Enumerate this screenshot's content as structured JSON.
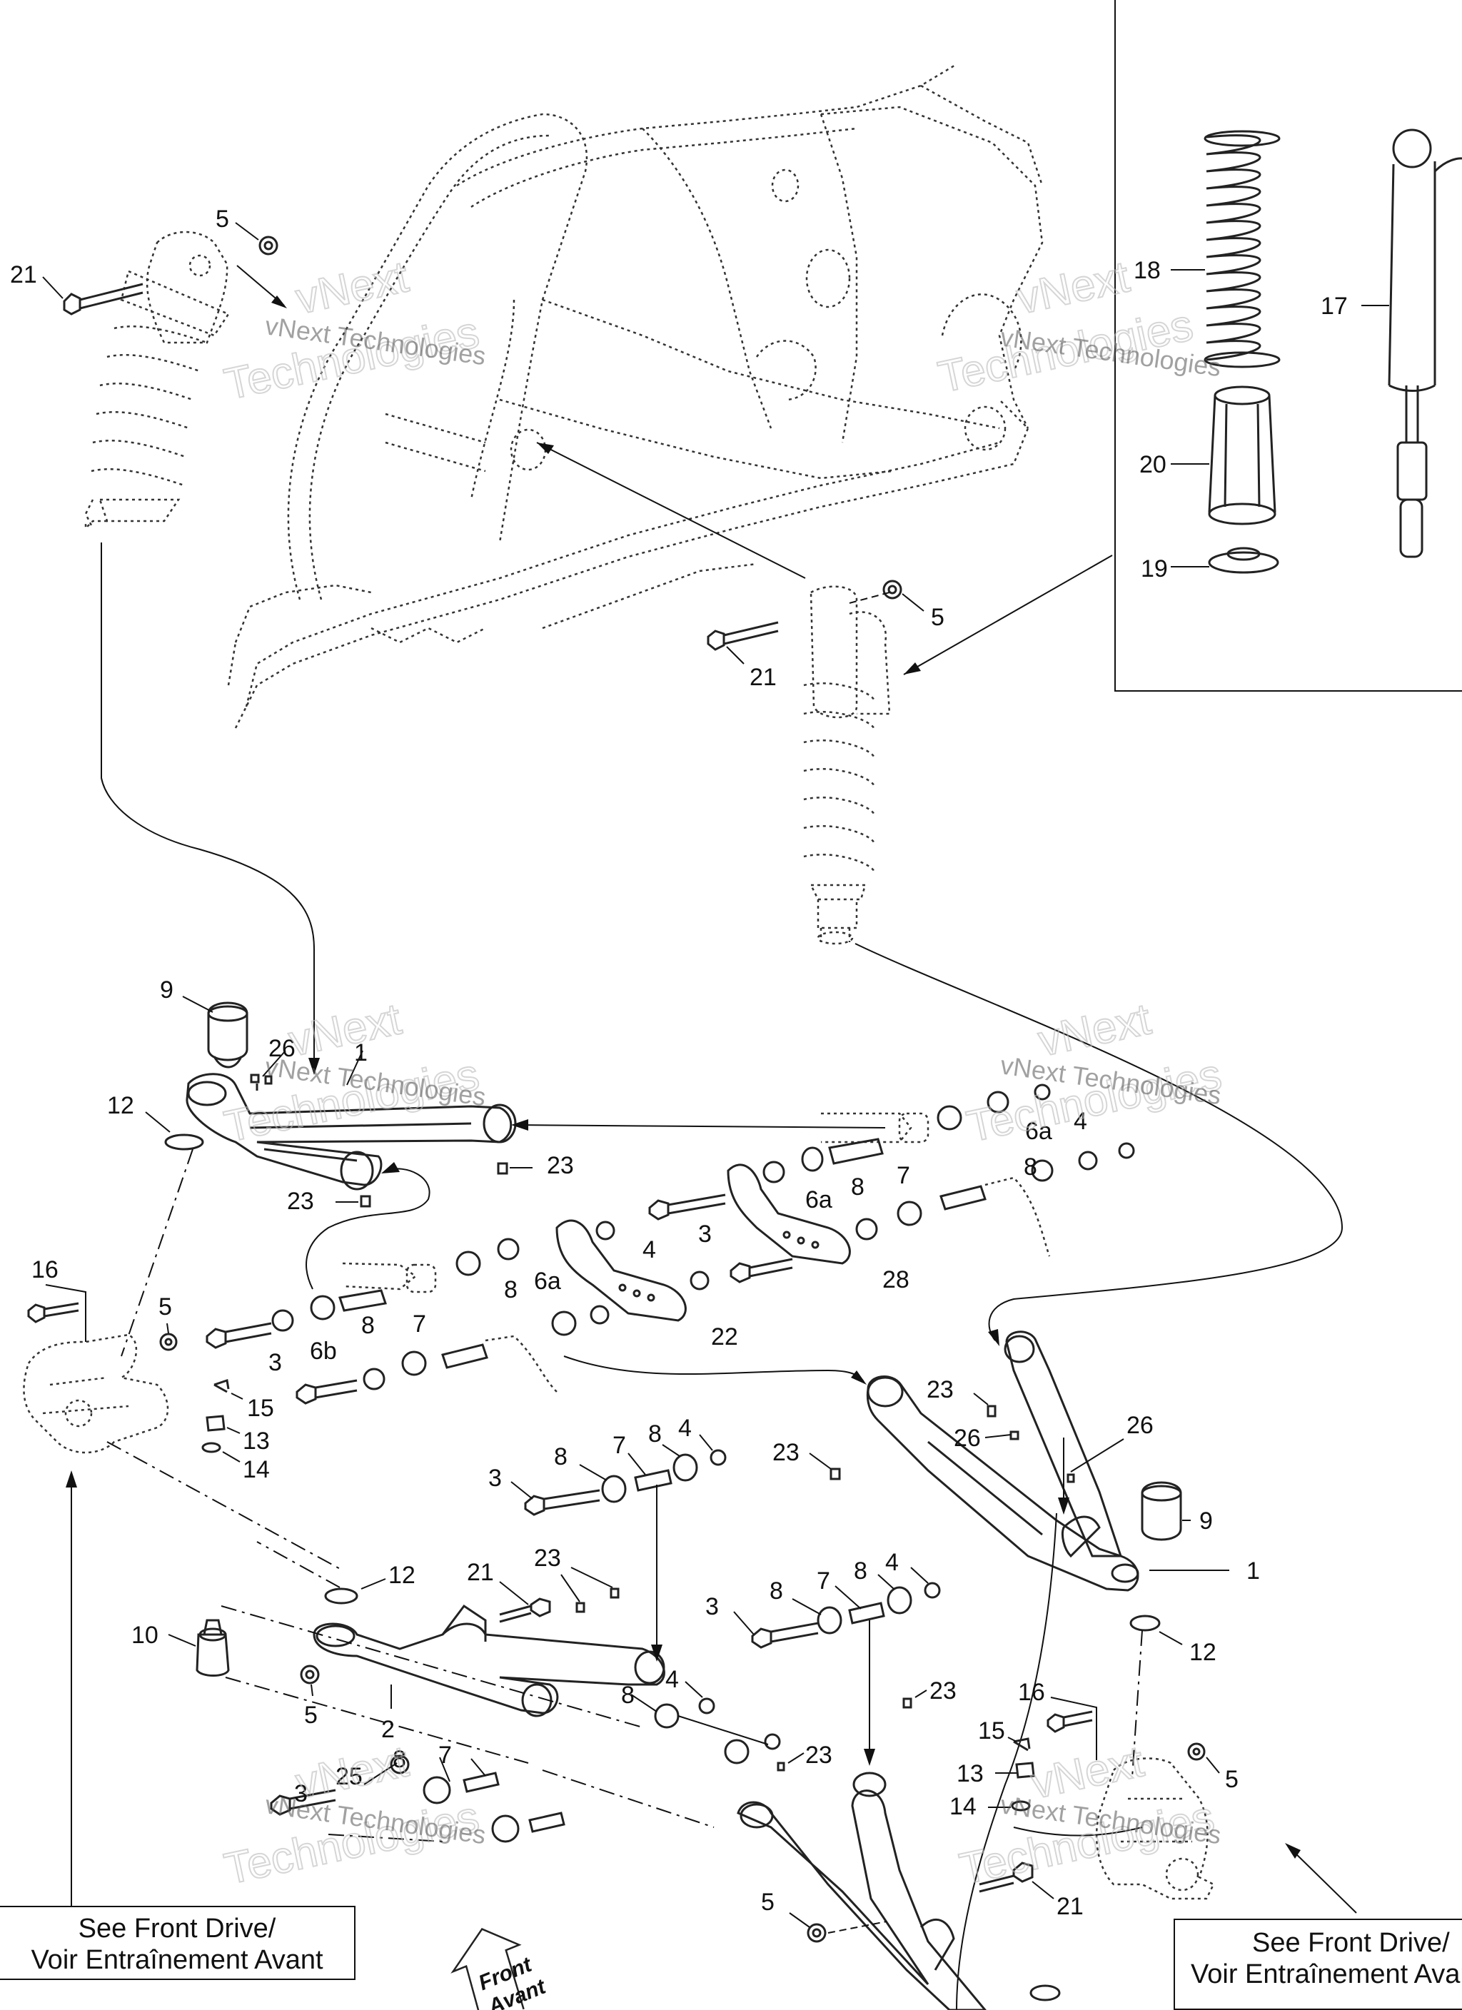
{
  "callouts": [
    {
      "label": "21"
    },
    {
      "label": "5"
    },
    {
      "label": "5"
    },
    {
      "label": "21"
    },
    {
      "label": "18"
    },
    {
      "label": "17"
    },
    {
      "label": "20"
    },
    {
      "label": "19"
    },
    {
      "label": "9"
    },
    {
      "label": "26"
    },
    {
      "label": "1"
    },
    {
      "label": "12"
    },
    {
      "label": "23"
    },
    {
      "label": "23"
    },
    {
      "label": "6a"
    },
    {
      "label": "4"
    },
    {
      "label": "8"
    },
    {
      "label": "7"
    },
    {
      "label": "8"
    },
    {
      "label": "6a"
    },
    {
      "label": "3"
    },
    {
      "label": "4"
    },
    {
      "label": "28"
    },
    {
      "label": "8"
    },
    {
      "label": "6a"
    },
    {
      "label": "22"
    },
    {
      "label": "7"
    },
    {
      "label": "8"
    },
    {
      "label": "6b"
    },
    {
      "label": "3"
    },
    {
      "label": "16"
    },
    {
      "label": "5"
    },
    {
      "label": "15"
    },
    {
      "label": "13"
    },
    {
      "label": "14"
    },
    {
      "label": "23"
    },
    {
      "label": "26"
    },
    {
      "label": "26"
    },
    {
      "label": "23"
    },
    {
      "label": "9"
    },
    {
      "label": "1"
    },
    {
      "label": "12"
    },
    {
      "label": "8"
    },
    {
      "label": "7"
    },
    {
      "label": "8"
    },
    {
      "label": "4"
    },
    {
      "label": "3"
    },
    {
      "label": "12"
    },
    {
      "label": "21"
    },
    {
      "label": "23"
    },
    {
      "label": "10"
    },
    {
      "label": "5"
    },
    {
      "label": "2"
    },
    {
      "label": "3"
    },
    {
      "label": "8"
    },
    {
      "label": "7"
    },
    {
      "label": "8"
    },
    {
      "label": "4"
    },
    {
      "label": "4"
    },
    {
      "label": "8"
    },
    {
      "label": "23"
    },
    {
      "label": "23"
    },
    {
      "label": "16"
    },
    {
      "label": "15"
    },
    {
      "label": "5"
    },
    {
      "label": "13"
    },
    {
      "label": "14"
    },
    {
      "label": "8"
    },
    {
      "label": "7"
    },
    {
      "label": "25"
    },
    {
      "label": "3"
    },
    {
      "label": "5"
    },
    {
      "label": "21"
    }
  ],
  "watermark": {
    "line1": "vNext Technologies",
    "line2": "Technologies",
    "line3": "vNext"
  },
  "reference_boxes": [
    {
      "line1": "See Front Drive/",
      "line2": "Voir Entraînement Avant"
    },
    {
      "line1": "See Front Drive/",
      "line2": "Voir Entraînement Avant"
    }
  ],
  "direction_label": {
    "line1": "Front",
    "line2": "Avant"
  }
}
